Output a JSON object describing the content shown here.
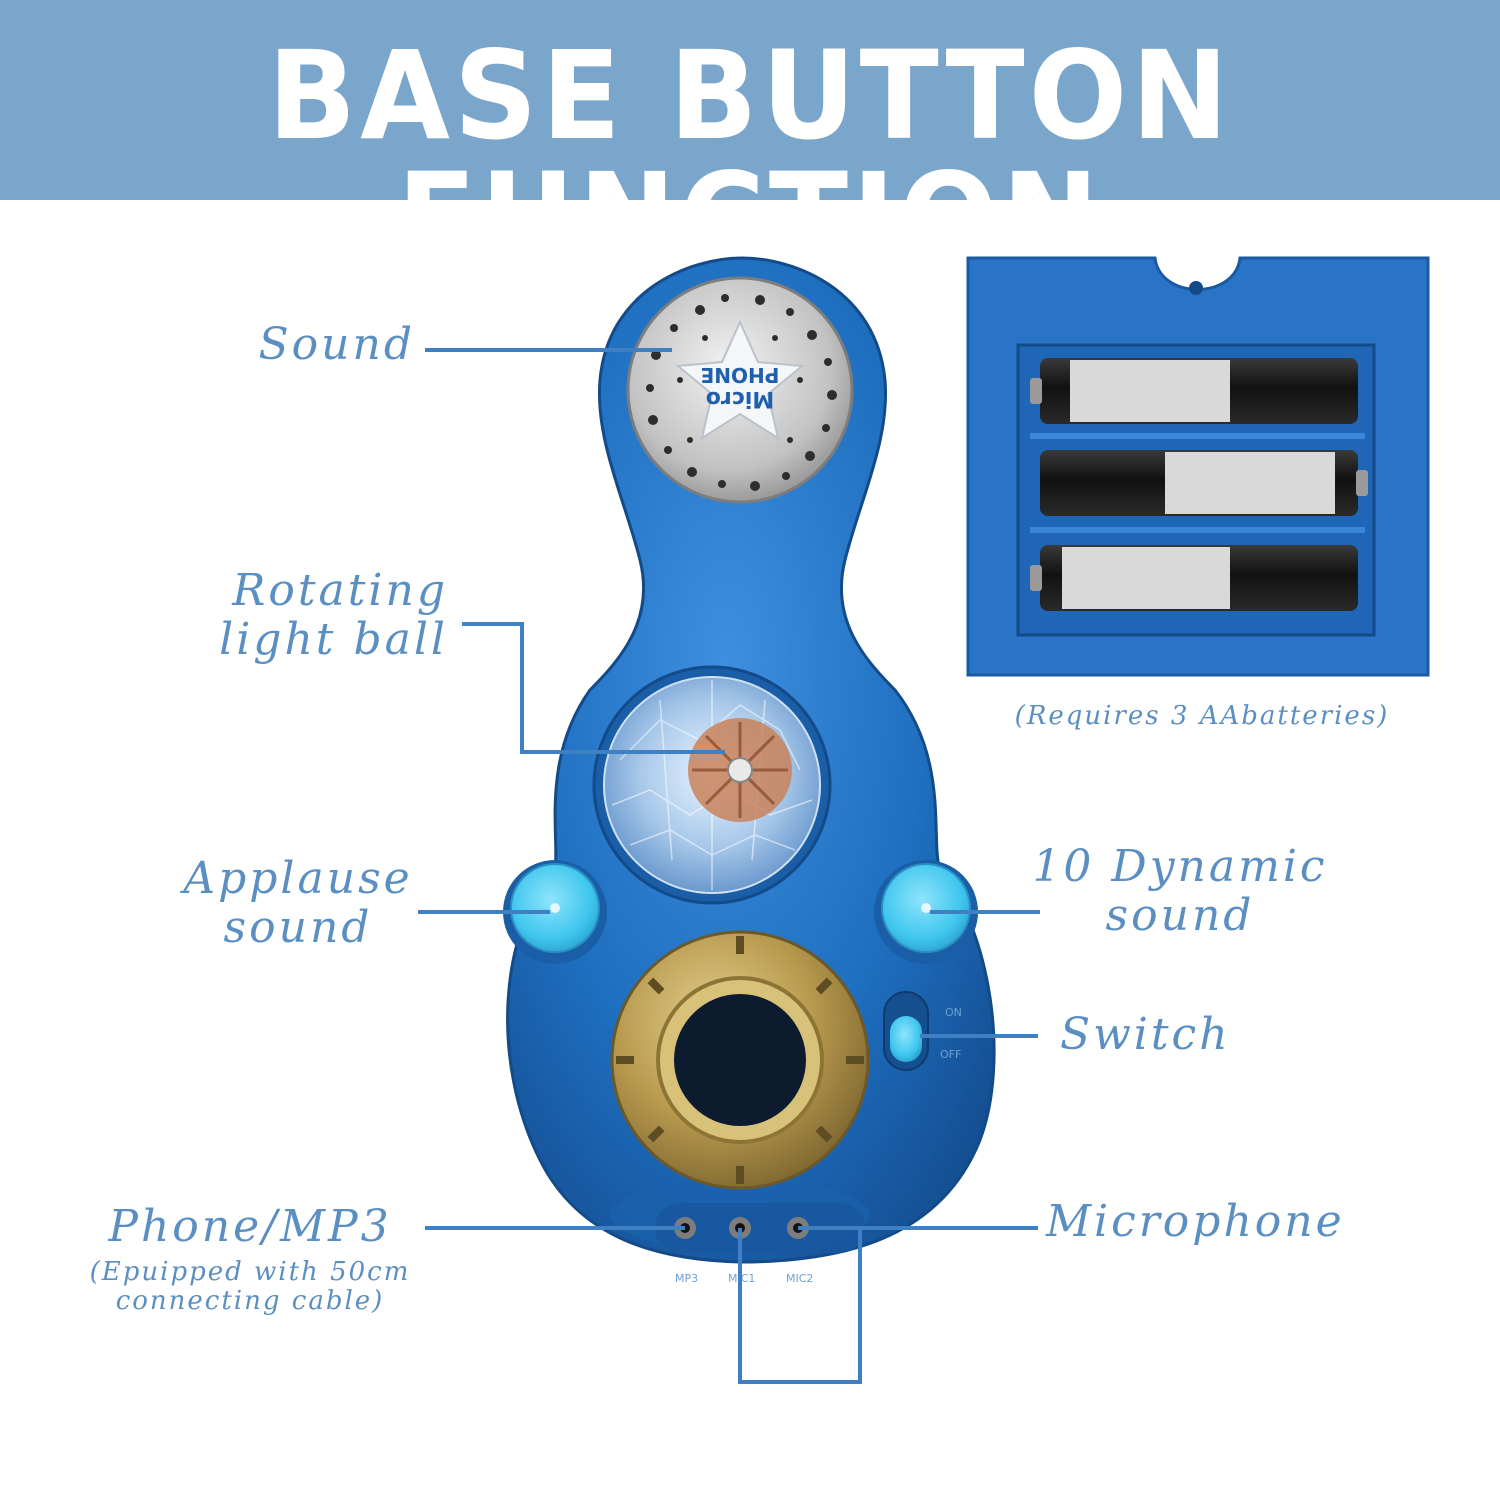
{
  "header": {
    "title": "BASE BUTTON FUNCTION"
  },
  "labels": {
    "sound": "Sound",
    "rotating_line1": "Rotating",
    "rotating_line2": "light ball",
    "applause_line1": "Applause",
    "applause_line2": "sound",
    "dynamic_line1": "10 Dynamic",
    "dynamic_line2": "sound",
    "switch": "Switch",
    "phone": "Phone/MP3",
    "phone_note_line1": "(Epuipped with 50cm",
    "phone_note_line2": "connecting cable)",
    "microphone": "Microphone",
    "batteries": "(Requires 3 AAbatteries)"
  },
  "device_print": {
    "brand_line1": "Micro",
    "brand_line2": "PHONE",
    "switch_on": "ON",
    "switch_off": "OFF",
    "jack_1": "MP3",
    "jack_2": "MIC1",
    "jack_3": "MIC2"
  },
  "colors": {
    "header_bg": "#7aa6cc",
    "label_text": "#5b8fc2",
    "device_blue": "#1e6fc0",
    "button_cyan": "#3fc6ee",
    "gold_ring": "#b89a4e"
  }
}
